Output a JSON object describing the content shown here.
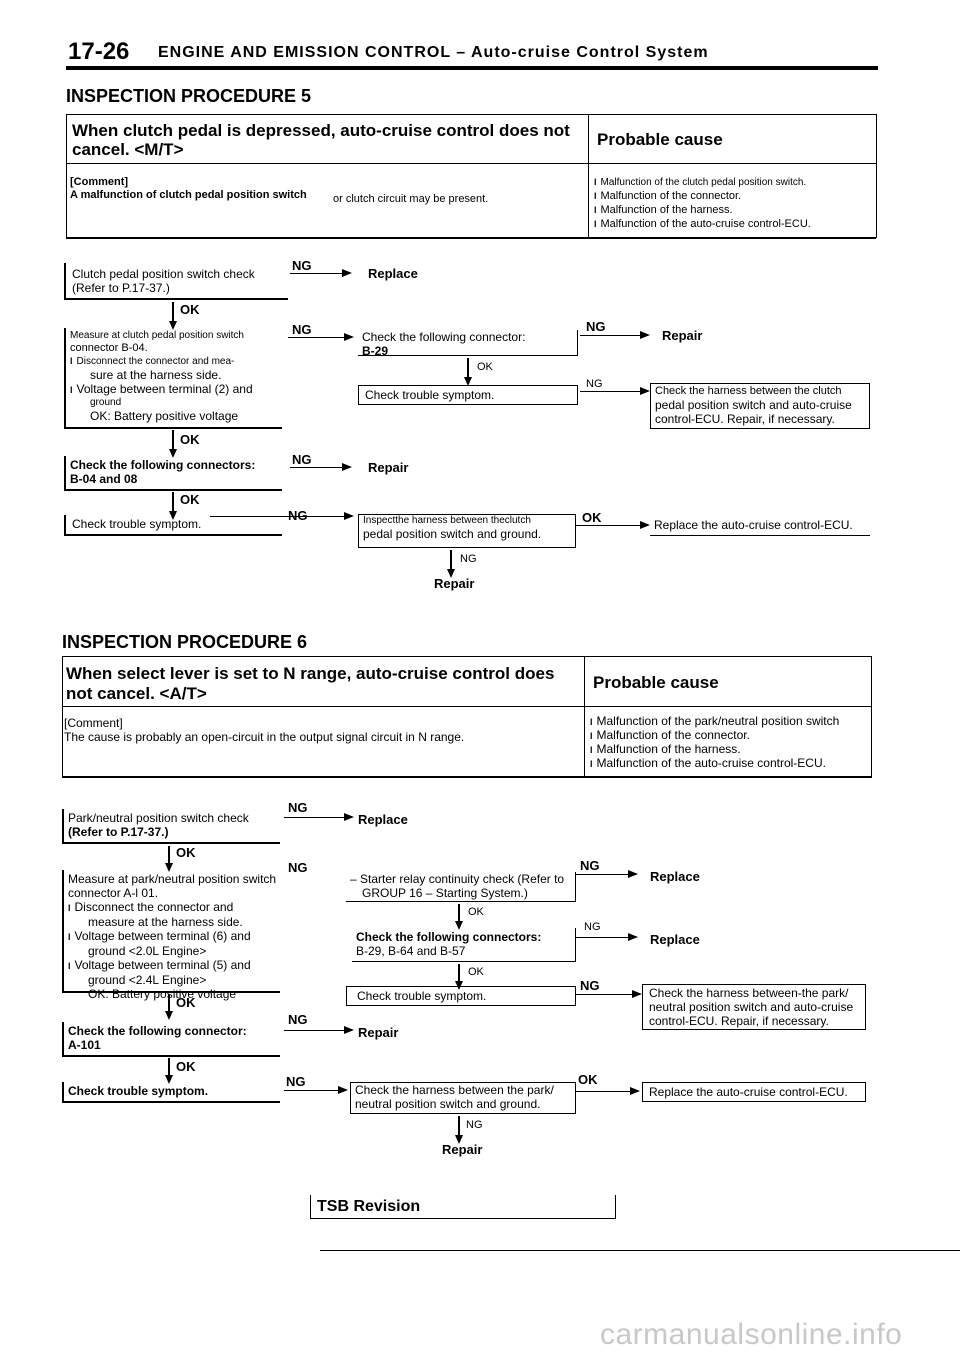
{
  "header": {
    "page_num": "17-26",
    "title": "ENGINE AND EMISSION CONTROL – Auto-cruise Control System"
  },
  "proc5": {
    "title": "INSPECTION PROCEDURE 5",
    "problem": [
      "When clutch pedal is depressed, auto-cruise control does not",
      "cancel. <M/T>"
    ],
    "probable_label": "Probable cause",
    "comment_label": "[Comment]",
    "comment_text_a": "A malfunction of clutch pedal position switch",
    "comment_text_b": "or clutch circuit may be present.",
    "causes": [
      "Malfunction of the clutch pedal position switch.",
      "Malfunction of the connector.",
      "Malfunction of the harness.",
      "Malfunction of the auto-cruise control-ECU."
    ],
    "box1": [
      "Clutch pedal position switch check",
      "(Refer to P.17-37.)"
    ],
    "replace1": "Replace",
    "box2": [
      "Measure at clutch pedal position switch",
      "connector B-04.",
      "Disconnect the connector and mea-",
      "sure at the harness side.",
      "Voltage between terminal (2) and",
      "ground",
      "OK: Battery positive voltage"
    ],
    "box2b": [
      "Check the following connector:",
      "B-29"
    ],
    "repair2": "Repair",
    "box2c": "Check trouble symptom.",
    "box2d": [
      "Check the harness between the clutch",
      "pedal position switch and auto-cruise",
      "control-ECU. Repair, if necessary."
    ],
    "box3": [
      "Check the following connectors:",
      "B-04 and 08"
    ],
    "repair3": "Repair",
    "box4": "Check trouble symptom.",
    "box4b": [
      "Inspectthe harness between theclutch",
      "pedal position switch and ground."
    ],
    "box4c": "Replace the auto-cruise control-ECU.",
    "repair4": "Repair"
  },
  "proc6": {
    "title": "INSPECTION PROCEDURE 6",
    "problem": [
      "When select lever is set to N range, auto-cruise control does",
      "not cancel. <A/T>"
    ],
    "probable_label": "Probable cause",
    "comment_label": "[Comment]",
    "comment_text": "The cause is probably an open-circuit in the output signal circuit in N range.",
    "causes": [
      "Malfunction of the park/neutral position switch",
      "Malfunction of the connector.",
      "Malfunction of the harness.",
      "Malfunction of the auto-cruise control-ECU."
    ],
    "box1": [
      "Park/neutral position switch check",
      "(Refer to P.17-37.)"
    ],
    "replace1": "Replace",
    "box2": [
      "Measure at park/neutral position switch",
      "connector A-l 01.",
      "Disconnect the connector and",
      "measure at the harness side.",
      "Voltage between terminal (6) and",
      "ground <2.0L Engine>",
      "Voltage between terminal (5) and",
      "ground <2.4L Engine>",
      "OK: Battery positive voltage"
    ],
    "box2b": [
      "– Starter relay continuity check (Refer to",
      "GROUP 16 – Starting System.)"
    ],
    "replace2": "Replace",
    "box2c": [
      "Check the following connectors:",
      "B-29, B-64 and B-57"
    ],
    "replace2c": "Replace",
    "box2d": "Check trouble symptom.",
    "box2e": [
      "Check the harness between-the park/",
      "neutral position switch and auto-cruise",
      "control-ECU. Repair, if necessary."
    ],
    "box3": [
      "Check the following connector:",
      "A-101"
    ],
    "repair3": "Repair",
    "box4": "Check trouble symptom.",
    "box4b": [
      "Check the harness between the park/",
      "neutral position switch and ground."
    ],
    "box4c": "Replace the auto-cruise control-ECU.",
    "repair4": "Repair"
  },
  "labels": {
    "ok": "OK",
    "ng": "NG"
  },
  "footer": {
    "tsb": "TSB Revision",
    "watermark": "carmanualsonline.info"
  }
}
